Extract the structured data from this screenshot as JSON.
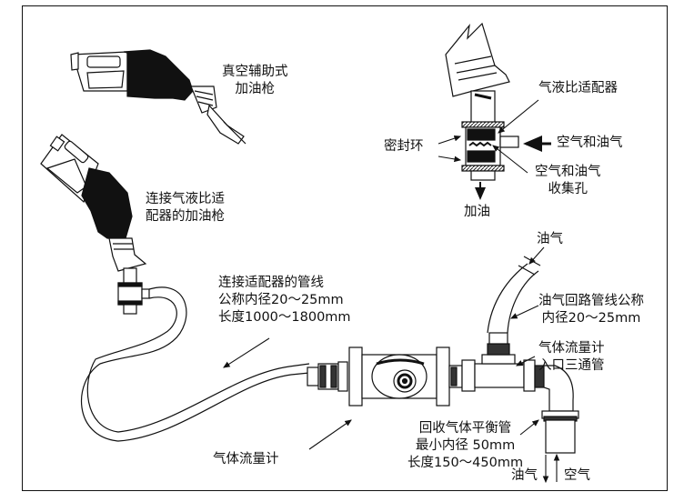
{
  "diagram": {
    "labels": {
      "vacuum_nozzle": [
        "真空辅助式",
        "加油枪"
      ],
      "adapter_nozzle": [
        "连接气液比适",
        "配器的加油枪"
      ],
      "adapter": "气液比适配器",
      "seal_ring": "密封环",
      "air_vapor_in": "空气和油气",
      "collection_hole": [
        "空气和油气",
        "收集孔"
      ],
      "fueling": "加油",
      "vapor_top": "油气",
      "adapter_hose": [
        "连接适配器的管线",
        "公称内径20～25mm",
        "长度1000～1800mm"
      ],
      "return_line": [
        "油气回路管线公称",
        "内径20～25mm"
      ],
      "tee_inlet": [
        "气体流量计",
        "入口三通管"
      ],
      "balance_pipe": [
        "回收气体平衡管",
        "最小内径 50mm",
        "长度150～450mm"
      ],
      "flow_meter": "气体流量计",
      "vapor_out": "油气",
      "air_in": "空气"
    }
  }
}
